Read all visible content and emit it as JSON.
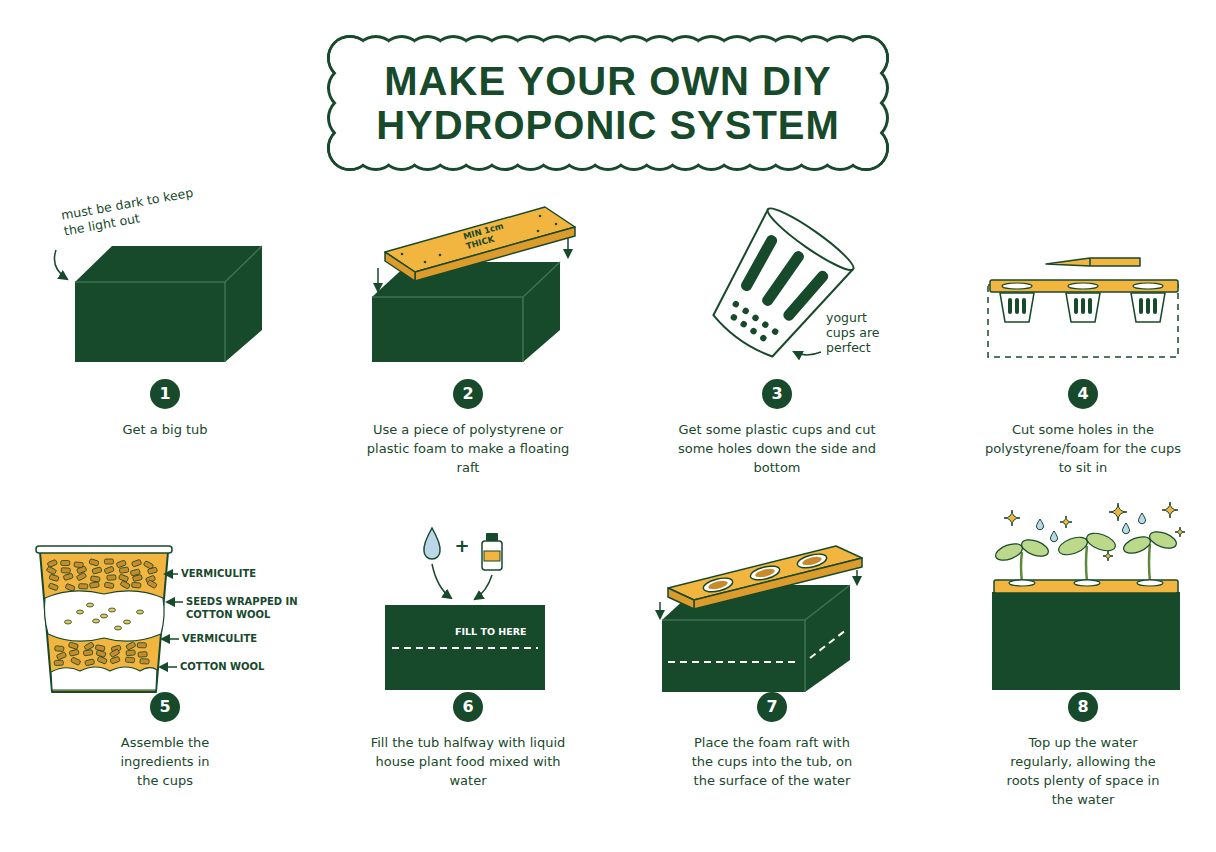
{
  "diagram": {
    "title": "MAKE YOUR OWN DIY HYDROPONIC SYSTEM",
    "nodes": [
      {
        "text": [
          "1"
        ]
      },
      {
        "text": [
          "2"
        ]
      },
      {
        "text": [
          "3"
        ]
      },
      {
        "text": [
          "4"
        ]
      },
      {
        "text": [
          "5"
        ]
      },
      {
        "text": [
          "6"
        ]
      },
      {
        "text": [
          "7"
        ]
      },
      {
        "text": [
          "8"
        ]
      }
    ],
    "labels": [
      "must be dark to keep the light out",
      "Get a big tub",
      "MIN 1cm THICK",
      "Use a piece of polystyrene or plastic foam to make a floating raft",
      "yogurt cups are perfect",
      "Get some plastic cups and cut some holes down the side and bottom",
      "Cut some holes in the polystyrene/foam for the cups to sit in",
      "VERMICULITE",
      "SEEDS WRAPPED IN COTTON WOOL",
      "VERMICULITE",
      "COTTON WOOL",
      "Assemble the ingredients in the cups",
      "+",
      "FILL TO HERE",
      "Fill the tub halfway with liquid house plant food mixed with water",
      "Place the foam raft with the cups into the tub, on the surface of the water",
      "Top up the water regularly, allowing the roots plenty of space in the water"
    ]
  }
}
